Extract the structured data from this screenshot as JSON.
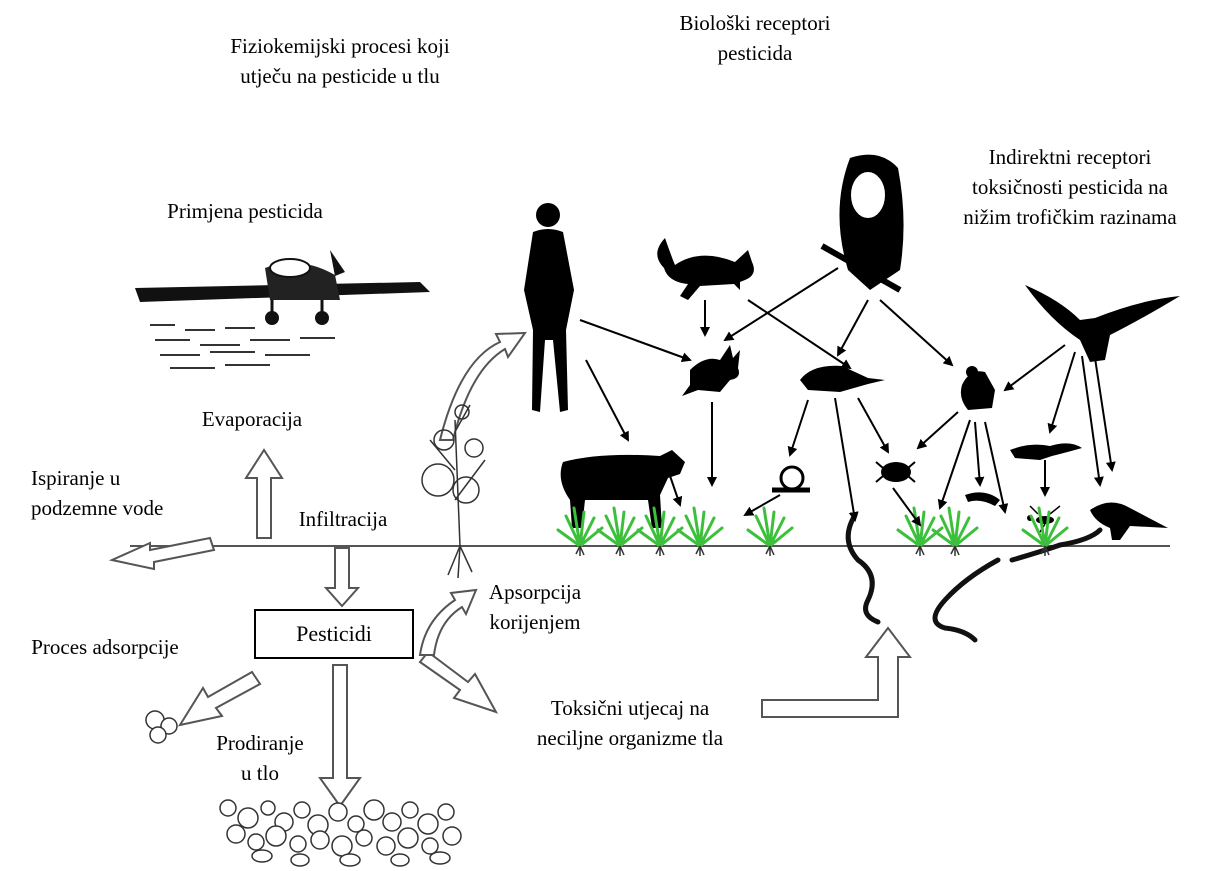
{
  "headings": {
    "processes": [
      "Fiziokemijski procesi koji",
      "utječu na pesticide u tlu"
    ],
    "receptors": [
      "Biološki receptori",
      "pesticida"
    ],
    "indirect": [
      "Indirektni receptori",
      "toksičnosti pesticida na",
      "nižim trofičkim razinama"
    ]
  },
  "labels": {
    "application": "Primjena pesticida",
    "evaporation": "Evaporacija",
    "leaching": [
      "Ispiranje u",
      "podzemne vode"
    ],
    "infiltration": "Infiltracija",
    "root_absorption": [
      "Apsorpcija",
      "korijenjem"
    ],
    "pesticides": "Pesticidi",
    "adsorption": "Proces adsorpcije",
    "penetration": [
      "Prodiranje",
      "u tlo"
    ],
    "toxic_effect": [
      "Toksični utjecaj na",
      "neciljne organizme tla"
    ]
  },
  "organisms": [
    "plane-icon",
    "human-icon",
    "fox-icon",
    "owl-icon",
    "eagle-icon",
    "rabbit-icon",
    "shrew-icon",
    "mouse-icon",
    "cow-icon",
    "snail-icon",
    "beetle-icon",
    "lizard-icon",
    "caterpillar-icon",
    "ant-icon",
    "bird-icon",
    "earthworm-icon",
    "tomato-plant-icon"
  ],
  "colors": {
    "ink": "#000000",
    "grass": "#3cc03c",
    "ground": "#555555"
  }
}
